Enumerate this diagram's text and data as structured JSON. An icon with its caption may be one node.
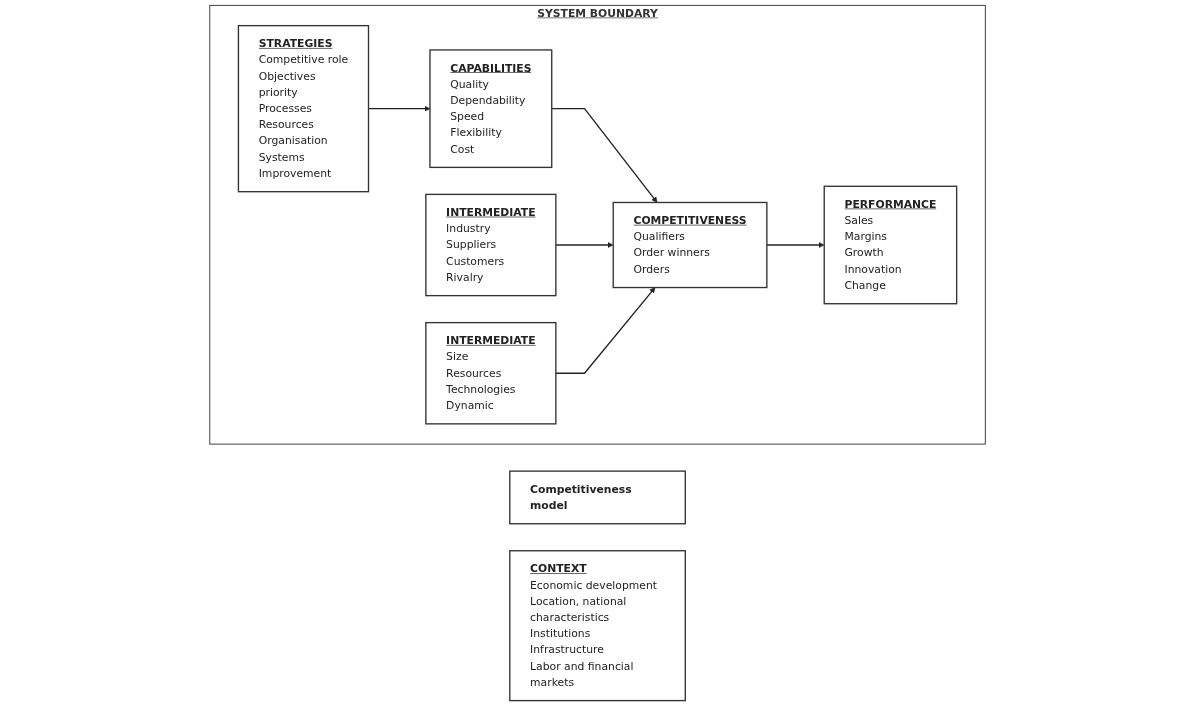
{
  "diagram": {
    "nodes": [
      {
        "text": [
          "Competitiveness model"
        ]
      },
      {
        "text": [
          "CONTEXT",
          "Economic development",
          "Location, national characteristics",
          "Institutions",
          "Infrastructure",
          "Labor and financial markets"
        ]
      },
      {
        "text": [
          "SYSTEM BOUNDARY"
        ]
      },
      {
        "text": [
          "INTERMEDIATE",
          "Industry",
          "Suppliers",
          "Customers",
          "Rivalry"
        ],
        "in": 2
      },
      {
        "text": [
          "STRATEGIES",
          "Competitive role",
          "Objectives",
          "priority",
          "Processes",
          "Resources",
          "Organisation",
          "Systems",
          "Improvement"
        ],
        "in": 2
      },
      {
        "text": [
          "CAPABILITIES",
          "Quality",
          "Dependability",
          "Speed",
          "Flexibility",
          "Cost"
        ],
        "in": 2
      },
      {
        "text": [
          "COMPETITIVENESS",
          "Qualifiers",
          "Order winners",
          "Orders"
        ],
        "in": 2
      },
      {
        "text": [
          "PERFORMANCE",
          "Sales",
          "Margins",
          "Growth",
          "Innovation",
          "Change"
        ],
        "in": 2
      },
      {
        "text": [
          "INTERMEDIATE",
          "Size",
          "Resources",
          "Technologies",
          "Dynamic"
        ],
        "in": 2
      }
    ],
    "edges": [
      {
        "from": 4,
        "to": 5,
        "arrow": "to"
      },
      {
        "from": 5,
        "to": 6,
        "arrow": "to"
      },
      {
        "from": 3,
        "to": 6,
        "arrow": "to"
      },
      {
        "from": 8,
        "to": 6,
        "arrow": "to"
      },
      {
        "from": 6,
        "to": 7,
        "arrow": "to"
      }
    ]
  }
}
